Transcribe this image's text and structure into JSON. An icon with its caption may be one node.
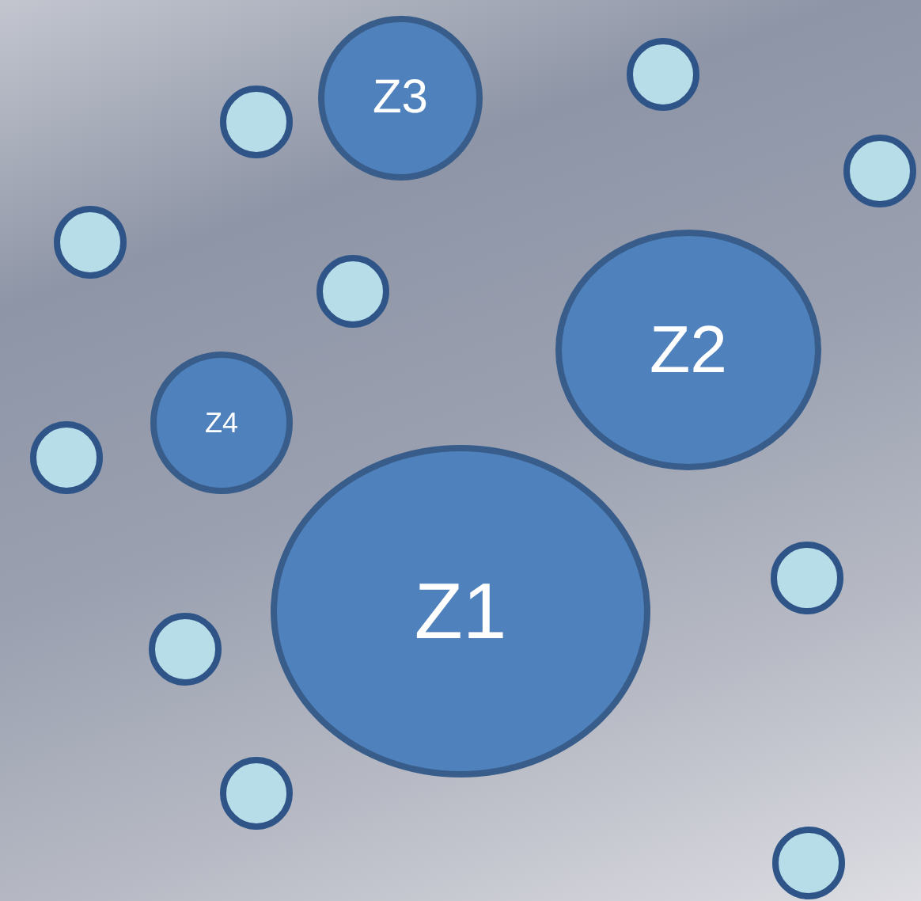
{
  "diagram": {
    "nodes": [
      {
        "text": [],
        "shape": "circle"
      },
      {
        "text": [
          "Z3"
        ]
      },
      {
        "text": [],
        "shape": "circle"
      },
      {
        "text": [],
        "shape": "circle"
      },
      {
        "text": [],
        "shape": "circle"
      },
      {
        "text": [],
        "shape": "circle"
      },
      {
        "text": [
          "Z2"
        ]
      },
      {
        "text": [
          "Z4"
        ]
      },
      {
        "text": [],
        "shape": "circle"
      },
      {
        "text": [],
        "shape": "circle"
      },
      {
        "text": [
          "Z1"
        ]
      },
      {
        "text": [],
        "shape": "circle"
      },
      {
        "text": [],
        "shape": "circle"
      },
      {
        "text": [],
        "shape": "circle"
      }
    ]
  }
}
